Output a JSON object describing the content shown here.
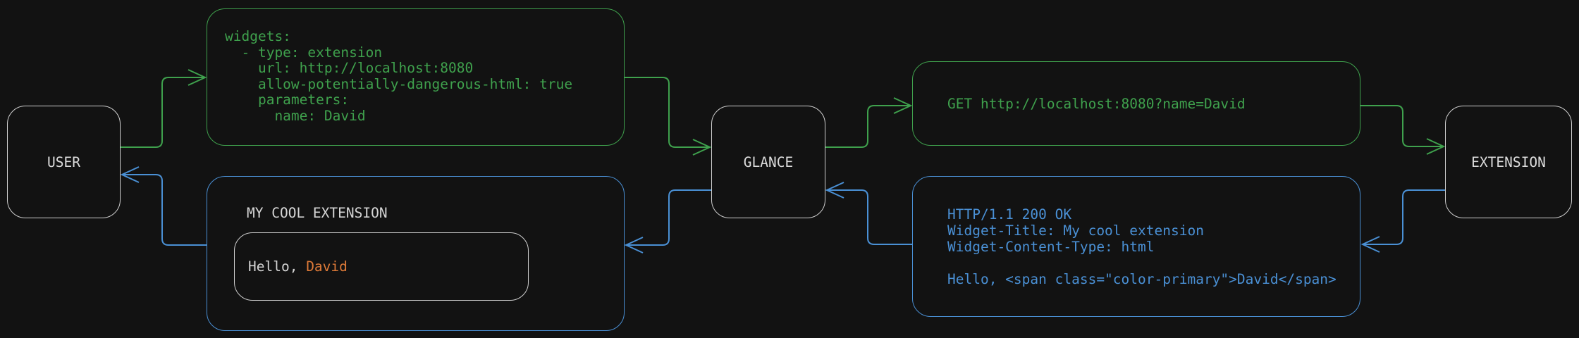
{
  "colors": {
    "background": "#121212",
    "green": "#3FA14D",
    "blue": "#4A90D5",
    "orange": "#DE7A38",
    "node_border": "#CFCFCF",
    "text": "#DCDCDC"
  },
  "nodes": {
    "user": {
      "label": "USER"
    },
    "glance": {
      "label": "GLANCE"
    },
    "extension": {
      "label": "EXTENSION"
    }
  },
  "config_box": {
    "lines": [
      "widgets:",
      "  - type: extension",
      "    url: http://localhost:8080",
      "    allow-potentially-dangerous-html: true",
      "    parameters:",
      "      name: David"
    ]
  },
  "request_box": {
    "text": "GET http://localhost:8080?name=David"
  },
  "response_box": {
    "lines": [
      "HTTP/1.1 200 OK",
      "Widget-Title: My cool extension",
      "Widget-Content-Type: html",
      "",
      "Hello, <span class=\"color-primary\">David</span>"
    ]
  },
  "widget_preview": {
    "title": "MY COOL EXTENSION",
    "greeting_prefix": "Hello, ",
    "greeting_name": "David"
  },
  "edges": [
    {
      "from": "user",
      "to": "config_box",
      "color": "green"
    },
    {
      "from": "config_box",
      "to": "glance",
      "color": "green"
    },
    {
      "from": "glance",
      "to": "request_box",
      "color": "green"
    },
    {
      "from": "request_box",
      "to": "extension",
      "color": "green"
    },
    {
      "from": "extension",
      "to": "response_box",
      "color": "blue"
    },
    {
      "from": "response_box",
      "to": "glance",
      "color": "blue"
    },
    {
      "from": "glance",
      "to": "widget_preview",
      "color": "blue"
    },
    {
      "from": "widget_preview",
      "to": "user",
      "color": "blue"
    }
  ]
}
